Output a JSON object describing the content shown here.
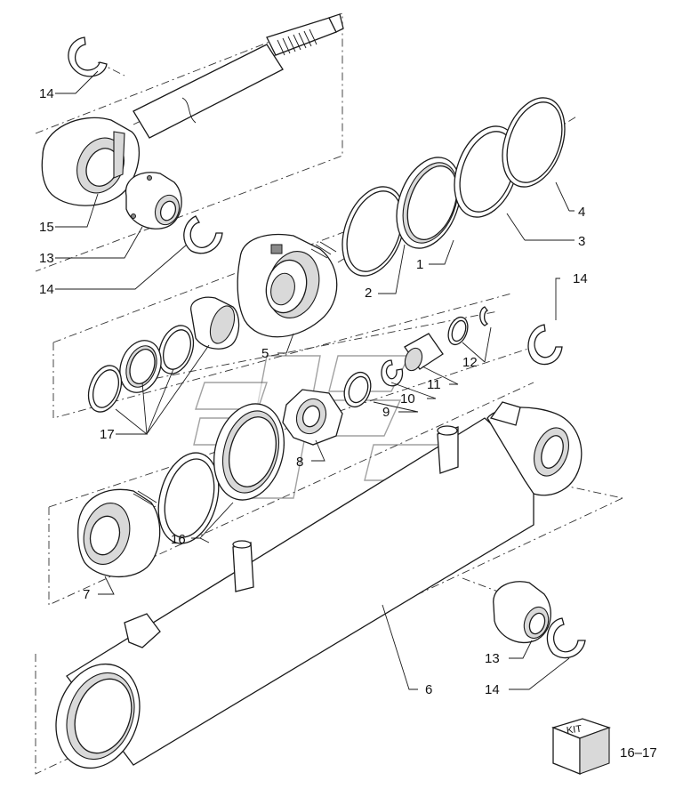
{
  "callouts": {
    "c1": "1",
    "c2": "2",
    "c3": "3",
    "c4": "4",
    "c5": "5",
    "c6": "6",
    "c7": "7",
    "c8": "8",
    "c9": "9",
    "c10": "10",
    "c11": "11",
    "c12": "12",
    "c13a": "13",
    "c13b": "13",
    "c14a": "14",
    "c14b": "14",
    "c14c": "14",
    "c14d": "14",
    "c15": "15",
    "c16": "16",
    "c17": "17"
  },
  "kit": {
    "label": "KIT",
    "reference": "16–17"
  }
}
